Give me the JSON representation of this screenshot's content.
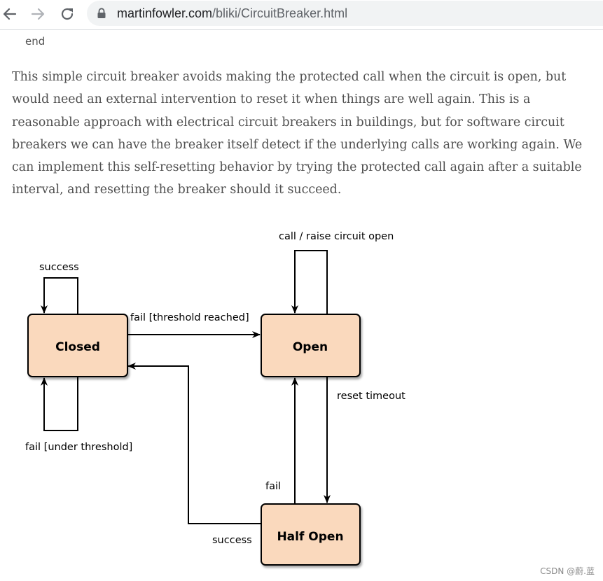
{
  "browser": {
    "url_host": "martinfowler.com",
    "url_path": "/bliki/CircuitBreaker.html"
  },
  "article": {
    "code_tail": "end",
    "paragraph": "This simple circuit breaker avoids making the protected call when the circuit is open, but would need an external intervention to reset it when things are well again. This is a reasonable approach with electrical circuit breakers in buildings, but for software circuit breakers we can have the breaker itself detect if the underlying calls are working again. We can implement this self-resetting behavior by trying the protected call again after a suitable interval, and resetting the breaker should it succeed."
  },
  "diagram": {
    "states": {
      "closed": "Closed",
      "open": "Open",
      "half_open": "Half Open"
    },
    "transitions": {
      "closed_self": "success",
      "closed_self_fail": "fail [under threshold]",
      "closed_to_open": "fail [threshold reached]",
      "open_self": "call / raise circuit open",
      "open_to_half_open": "reset timeout",
      "half_open_to_open": "fail",
      "half_open_to_closed": "success"
    },
    "colors": {
      "state_fill": "#fad9bd",
      "state_stroke": "#000000"
    }
  },
  "watermark": "CSDN @蔚.蓝"
}
